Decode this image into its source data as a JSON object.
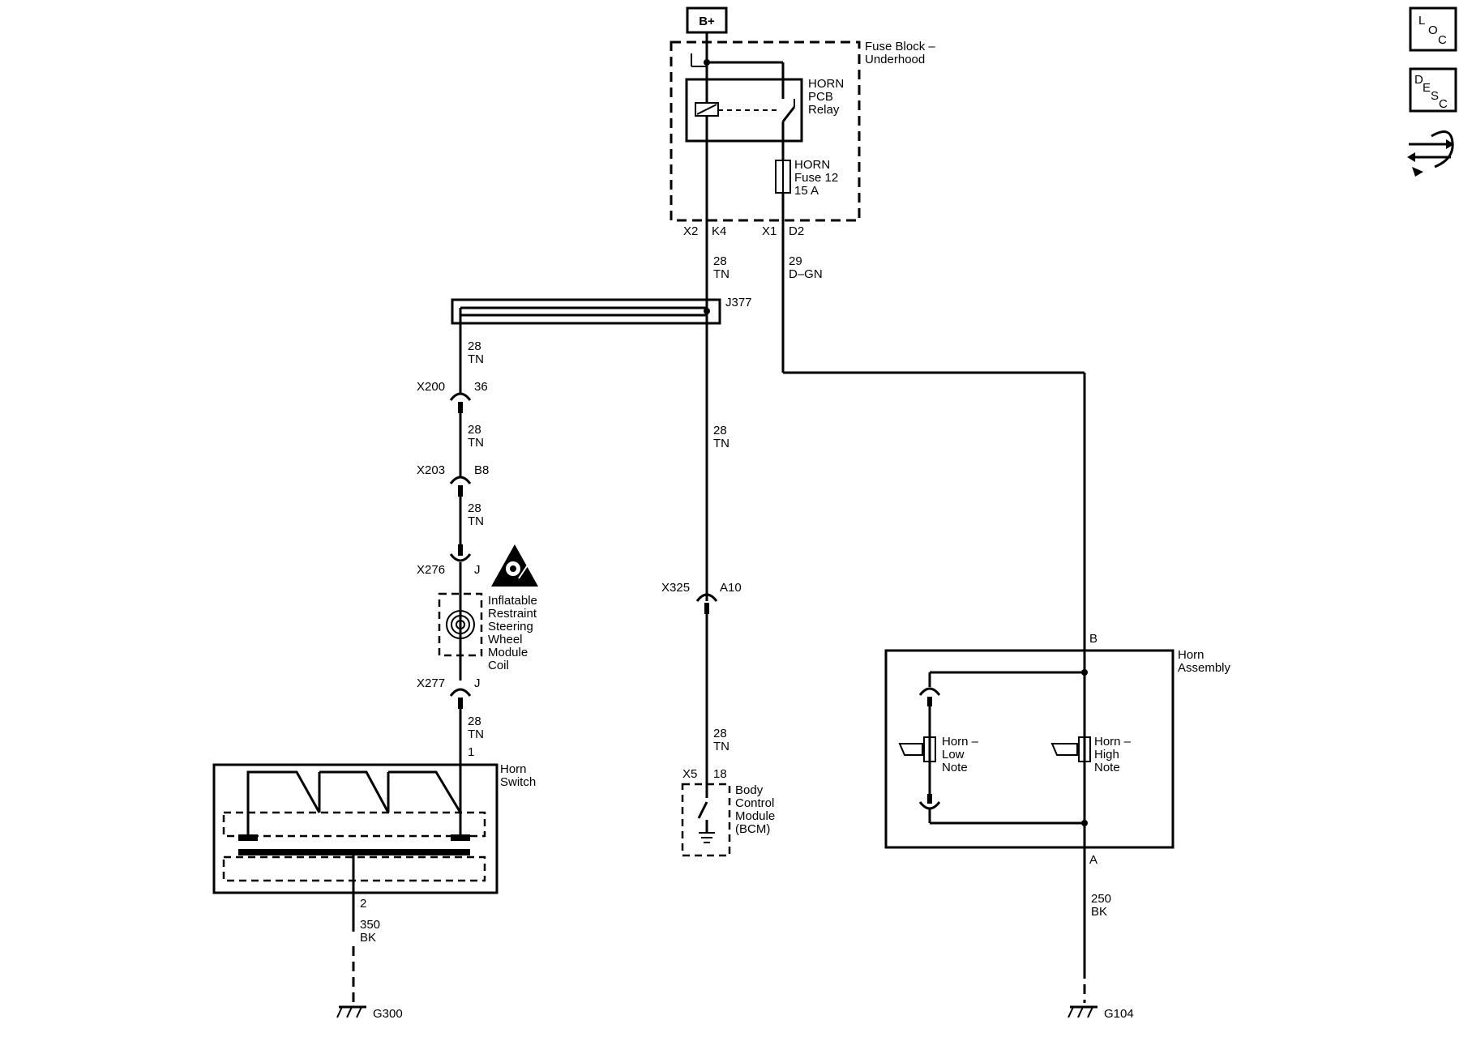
{
  "power": {
    "label": "B+"
  },
  "fuse_block": {
    "line1": "Fuse Block –",
    "line2": "Underhood"
  },
  "relay": {
    "line1": "HORN",
    "line2": "PCB",
    "line3": "Relay"
  },
  "fuse": {
    "line1": "HORN",
    "line2": "Fuse 12",
    "line3": "15 A"
  },
  "connectors": {
    "x2": "X2",
    "k4": "K4",
    "x1": "X1",
    "d2": "D2",
    "j377": "J377",
    "x200": "X200",
    "x200_pin": "36",
    "x203": "X203",
    "x203_pin": "B8",
    "x276": "X276",
    "x276_pin": "J",
    "x277": "X277",
    "x277_pin": "J",
    "x325": "X325",
    "x325_pin": "A10",
    "x5": "X5",
    "x5_pin": "18",
    "hs_pin1": "1",
    "hs_pin2": "2",
    "horn_b": "B",
    "horn_a": "A"
  },
  "wires": {
    "c28": "28",
    "tn": "TN",
    "c29": "29",
    "dgn": "D–GN",
    "c350": "350",
    "c250": "250",
    "bk": "BK"
  },
  "airbag": {
    "lines": [
      "Inflatable",
      "Restraint",
      "Steering",
      "Wheel",
      "Module",
      "Coil"
    ]
  },
  "horn_switch": {
    "line1": "Horn",
    "line2": "Switch"
  },
  "bcm": {
    "lines": [
      "Body",
      "Control",
      "Module",
      "(BCM)"
    ]
  },
  "horn_assembly": {
    "line1": "Horn",
    "line2": "Assembly"
  },
  "horn_low": {
    "lines": [
      "Horn –",
      "Low",
      "Note"
    ]
  },
  "horn_high": {
    "lines": [
      "Horn –",
      "High",
      "Note"
    ]
  },
  "grounds": {
    "g300": "G300",
    "g104": "G104"
  },
  "side_icons": {
    "loc": {
      "l": "L",
      "o": "O",
      "c": "C"
    },
    "desc": {
      "d": "D",
      "e": "E",
      "s": "S",
      "c": "C"
    }
  }
}
